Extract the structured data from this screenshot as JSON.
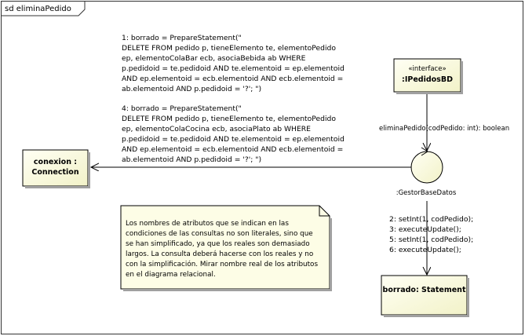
{
  "frame": {
    "title": "sd eliminaPedido"
  },
  "nodes": {
    "connection": {
      "line1": "conexion :",
      "line2": "Connection"
    },
    "interface": {
      "stereotype": "«interface»",
      "name": ":IPedidosBD"
    },
    "control": {
      "name": ":GestorBaseDatos"
    },
    "statement": {
      "name": "borrado: Statement"
    }
  },
  "messages": {
    "eliminaPedido": "eliminaPedido(codPedido: int): boolean",
    "prepare_block_1": [
      "1: borrado = PrepareStatement(\"",
      "DELETE FROM pedido p, tieneElemento te, elementoPedido",
      "ep, elementoColaBar ecb, asociaBebida ab WHERE",
      "p.pedidoid = te.pedidoid AND te.elementoid = ep.elementoid",
      "AND ep.elementoid = ecb.elementoid AND ecb.elementoid =",
      "ab.elementoid AND p.pedidoid = '?'; \")"
    ],
    "prepare_block_2": [
      "4: borrado = PrepareStatement(\"",
      "DELETE FROM pedido p, tieneElemento te, elementoPedido",
      "ep, elementoColaCocina ecb, asociaPlato ab WHERE",
      "p.pedidoid = te.pedidoid AND te.elementoid = ep.elementoid",
      "AND ep.elementoid = ecb.elementoid AND ecb.elementoid =",
      "ab.elementoid AND p.pedidoid = '?'; \")"
    ],
    "statement_calls": [
      "2: setInt(1, codPedido);",
      "3: executeUpdate();",
      "5: setInt(1, codPedido);",
      "6: executeUpdate();"
    ]
  },
  "note": {
    "lines": [
      "Los nombres de atributos que se indican en las",
      "condiciones de las consultas no son literales, sino que",
      "se han simplificado, ya que los reales son demasiado",
      "largos. La consulta deberá hacerse con los reales y no",
      "con la simplificación. Mirar nombre real de los atributos",
      "en el diagrama relacional."
    ]
  },
  "colors": {
    "node_fill": "#fdfde6",
    "note_fill": "#fdfde6",
    "frame_border": "#333333"
  }
}
